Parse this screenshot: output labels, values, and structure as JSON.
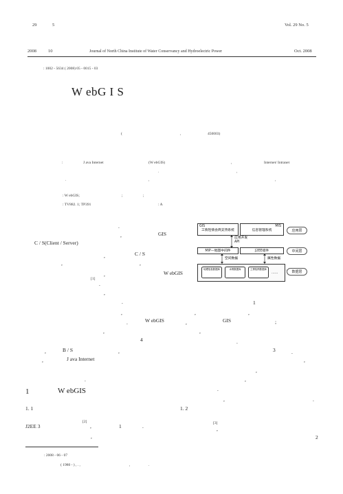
{
  "header": {
    "vol_cn": "29",
    "issue_cn": "5",
    "vol_en": "Vol. 29 No. 5",
    "year": "2008",
    "month_cn": "10",
    "journal": "Journal of North China Institute of Water Conservancy and Hydroelectric Power",
    "date_en": "Oct. 2008"
  },
  "article_no": ": 1002 - 5634 ( 2008) 05 - 0015 - 03",
  "title": "W ebG I S",
  "affiliation": {
    "open": "(",
    "comma": ",",
    "postcode": "450003)"
  },
  "abstract": {
    "colon": ":",
    "java": "J ava   Internet",
    "webgis": "(W ebGIS)",
    "comma": ",",
    "intranet": "Internet/ Intranet",
    "r2_a": ".",
    "r2_b": ",",
    "r2_c": ",",
    "r3_a": ".",
    "r3_b": ",",
    "r3_c": ","
  },
  "keywords": {
    "label": ": W ebGIS;",
    "s1": ";",
    "s2": ";"
  },
  "classification": {
    "clc": ": TV882. 1; TP391",
    "doc_code": ": A"
  },
  "body": {
    "p1": ".",
    "p2_comma": ",",
    "p2_gis": "GIS",
    "p3": "C / S(Client / Server)",
    "p4_comma": ",",
    "p4_cs": "C / S",
    "p5_a": ",",
    "p5_b": ",",
    "p6": ",",
    "p6_webgis": "W ebGIS",
    "p7_ref": "[1]",
    "p7_dot": ".",
    "p8": ",",
    "p9": ".",
    "fig_caption": "1",
    "p10_a": ",",
    "p10_b": ",",
    "p10_c": ",",
    "p11_a": ".",
    "p11_webgis": "W ebGIS",
    "p11_b": ",",
    "p11_gis": "GIS",
    "p11_c": ";",
    "p12_a": ",",
    "p12_b": ",",
    "p13_num": "4",
    "p13_dot": ".",
    "p14_a": ",",
    "p14_bs": "B / S",
    "p14_b": ",",
    "p14_3": "3",
    "p14_dot": ".",
    "p15_a": ",",
    "p15_java": "J ava   Internet",
    "p15_b": ",",
    "p16_a": ",",
    "p17_a": ".",
    "p17_b": ","
  },
  "sections": {
    "s1_num": "1",
    "s1_title": "W ebGIS",
    "s11": "1. 1",
    "s12": "1. 2",
    "s1_r_a": ".",
    "s1_r_b": ",",
    "s1_r_c": "."
  },
  "tail": {
    "j2ee": "J2EE 3",
    "ref2": "[2]",
    "comma": ",",
    "fig1": "1",
    "dot": ".",
    "ref3": "[3]",
    "ref3_c": ",",
    "comma2": ",",
    "num2": "2"
  },
  "footnote": {
    "received": ": 2008 - 06 - 07",
    "author": "( 1980 - ) , . ,",
    "author_b": ",",
    "author_c": "."
  },
  "figure": {
    "gis_label": "GIS",
    "gis_text": "工情险情会商支持系统",
    "mis_label": "MIS",
    "mis_text": "信息管理系统",
    "app_level": "应用层",
    "api_text": "应用开发API",
    "mip_text": "MIP—地图中间件",
    "j2ee_text": "J2EE组件",
    "mid_level": "中间层",
    "spatial_text": "空间数据",
    "attr_text": "属性数据",
    "db1": "地理信息数据库",
    "db2": "水情数据库",
    "db3": "工情险情数据库",
    "dots": "……",
    "data_level": "数据层"
  }
}
